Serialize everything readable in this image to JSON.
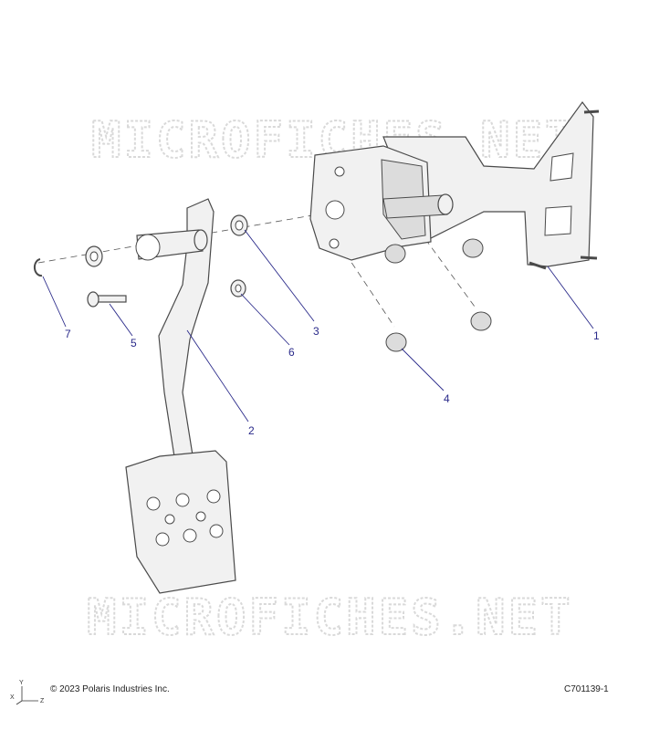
{
  "watermark": {
    "top_text": "MICROFICHES.NET",
    "bottom_text": "MICROFICHES.NET"
  },
  "callouts": [
    "1",
    "2",
    "3",
    "4",
    "5",
    "6",
    "7"
  ],
  "footer": {
    "copyright": "© 2023 Polaris Industries Inc.",
    "part_code": "C701139-1"
  },
  "axis": {
    "x": "X",
    "y": "Y",
    "z": "Z"
  }
}
